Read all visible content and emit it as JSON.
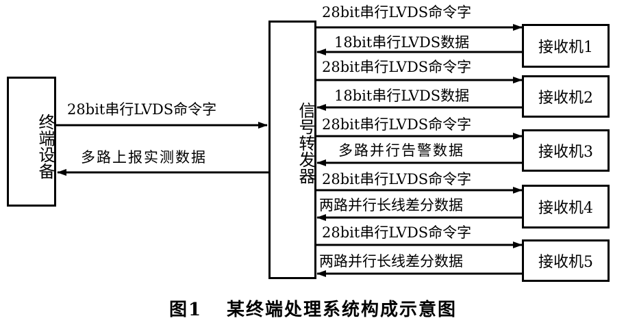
{
  "terminal": {
    "label": "终端设备"
  },
  "forwarder": {
    "label": "信号转发器"
  },
  "left_links": {
    "command": "28bit串行LVDS命令字",
    "report": "多路上报实测数据"
  },
  "receivers": [
    {
      "label": "接收机1",
      "cmd": "28bit串行LVDS命令字",
      "data": "18bit串行LVDS数据"
    },
    {
      "label": "接收机2",
      "cmd": "28bit串行LVDS命令字",
      "data": "18bit串行LVDS数据"
    },
    {
      "label": "接收机3",
      "cmd": "28bit串行LVDS命令字",
      "data": "多路并行告警数据"
    },
    {
      "label": "接收机4",
      "cmd": "28bit串行LVDS命令字",
      "data": "两路并行长线差分数据"
    },
    {
      "label": "接收机5",
      "cmd": "28bit串行LVDS命令字",
      "data": "两路并行长线差分数据"
    }
  ],
  "caption": {
    "number": "图1",
    "title": "某终端处理系统构成示意图"
  }
}
